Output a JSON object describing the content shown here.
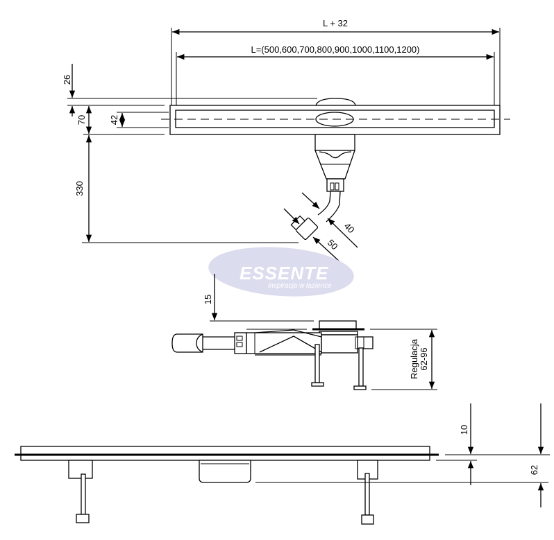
{
  "dimensions": {
    "overall_length": "L + 32",
    "length_options": "L=(500,600,700,800,900,1000,1100,1200)",
    "top_offset": "26",
    "channel_height": "70",
    "inner_width": "42",
    "outlet_depth": "330",
    "pipe_40": "40",
    "pipe_50": "50",
    "grate_offset": "15",
    "adjust_label": "Regulacja",
    "adjust_range": "62-96",
    "grate_thickness": "10",
    "min_height": "62"
  },
  "watermark": {
    "brand": "ESSENTE",
    "tagline": "inspiracja w łazience",
    "color": "#dcdcef"
  }
}
